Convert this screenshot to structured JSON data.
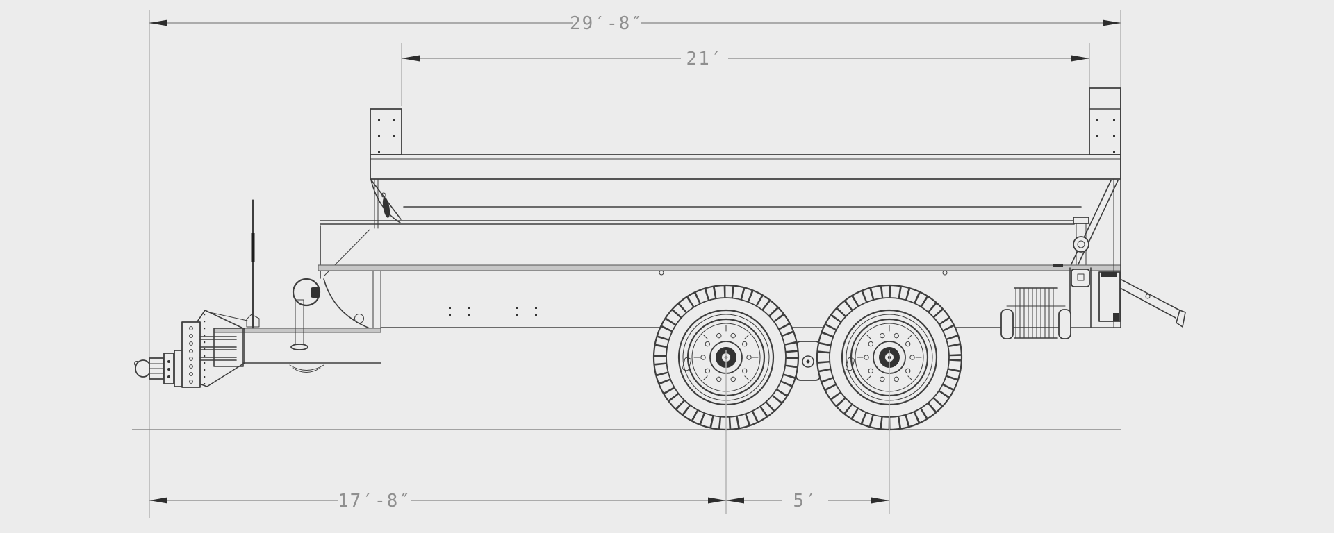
{
  "meta": {
    "description": "Side elevation technical drawing of a tandem-axle dump trailer",
    "background_color": "#ececec",
    "drawing_line_color": "#3e3e3e",
    "dimension_line_color": "#a2a2a2",
    "dimension_text_color": "#8f8f8f",
    "arrow_color": "#2d2d2d"
  },
  "dimensions": {
    "overall_length": "29′-8″",
    "bed_length": "21′",
    "hitch_to_front_axle": "17′-8″",
    "axle_spacing": "5′"
  }
}
